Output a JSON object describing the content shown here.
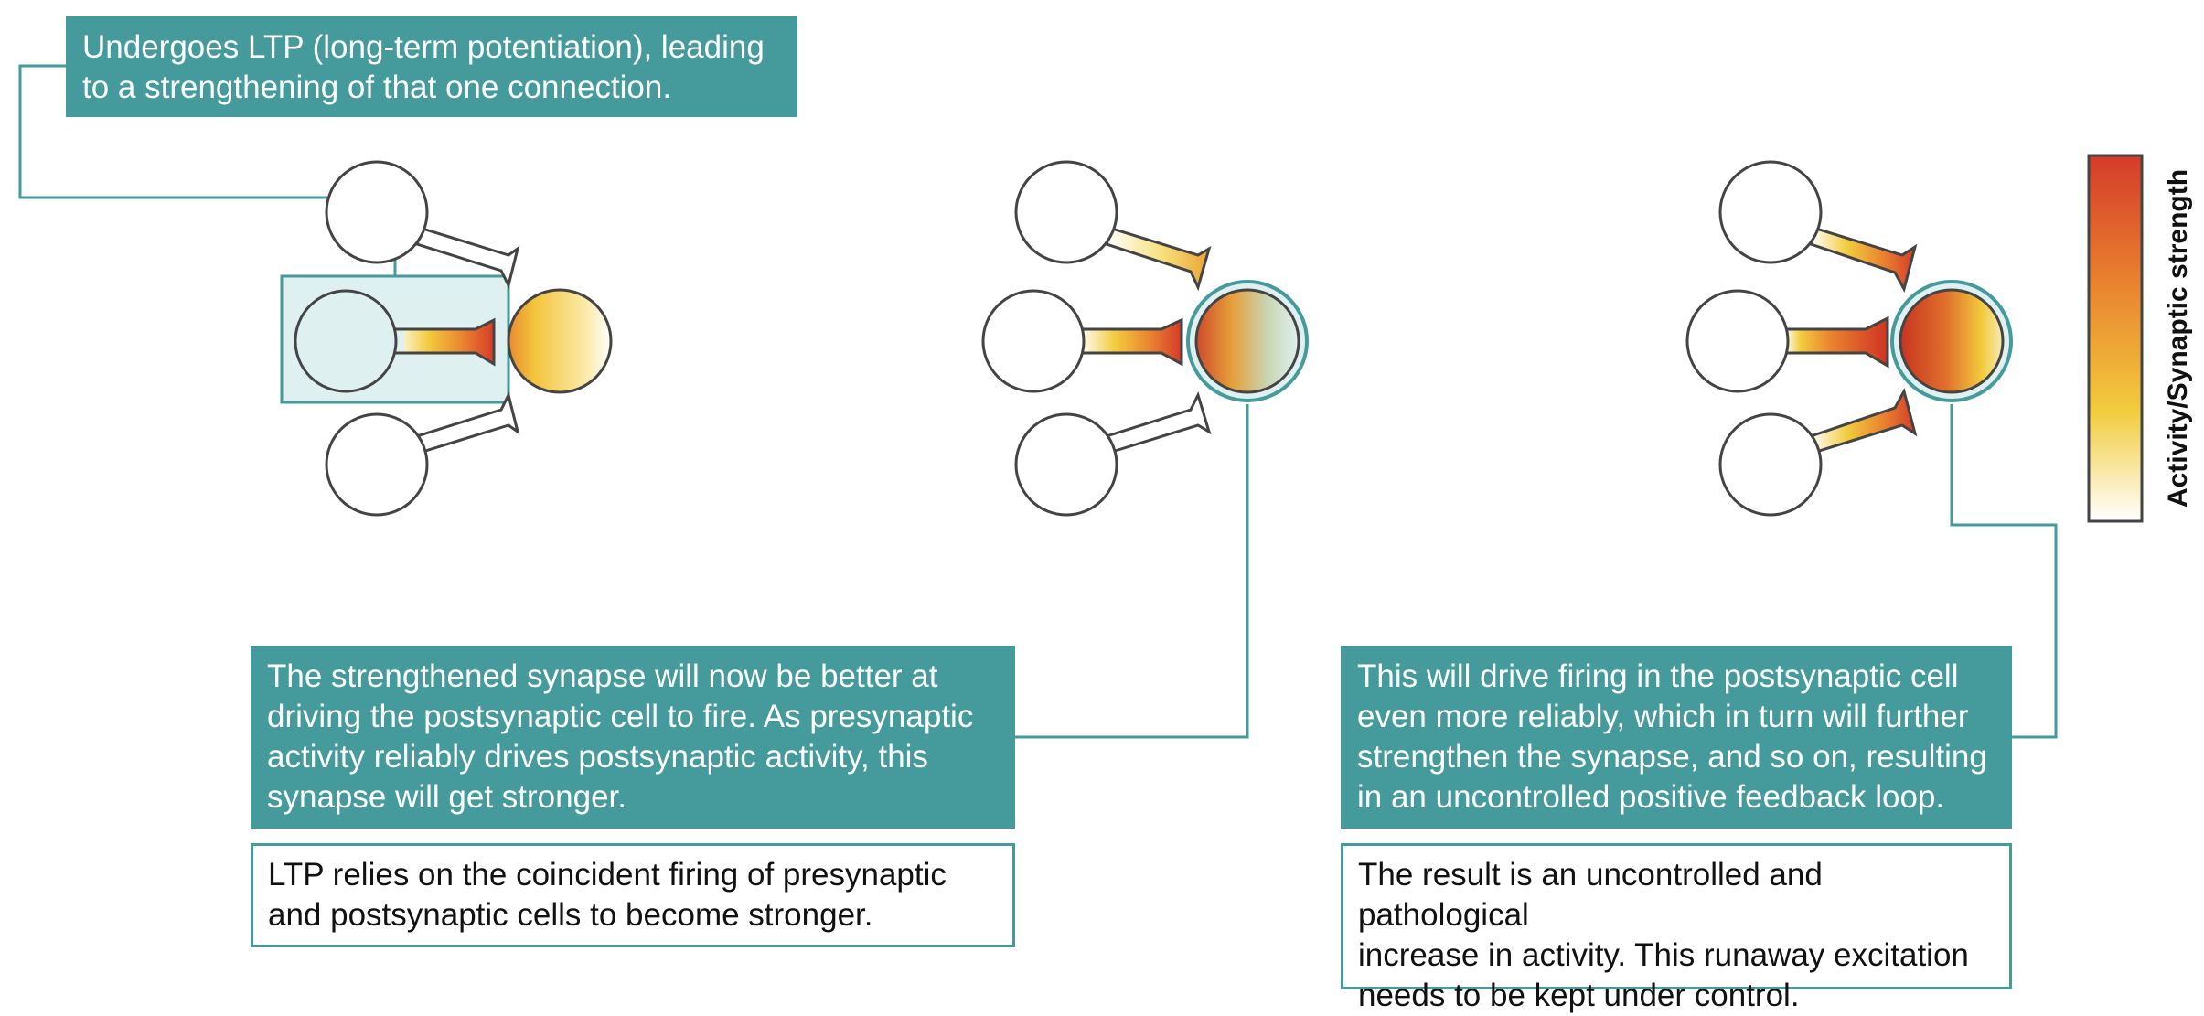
{
  "colors": {
    "teal": "#459b9b",
    "teal_light": "#dff0f0",
    "neuron_stroke": "#444444",
    "gradient_high": "#d53b2a",
    "gradient_mid_high": "#e9822f",
    "gradient_mid": "#f2cc3e",
    "gradient_low": "#ffffff"
  },
  "stage1": {
    "callout_ltp": "Undergoes LTP (long-term potentiation), leading\nto a strengthening of that one connection."
  },
  "stage2": {
    "callout_strengthened": "The strengthened synapse will now be better at\ndriving the postsynaptic cell to fire. As presynaptic\nactivity reliably drives postsynaptic activity, this\nsynapse will get stronger.",
    "note_coincident": "LTP relies on the coincident firing of presynaptic\nand postsynaptic cells to become stronger."
  },
  "stage3": {
    "callout_feedback": "This will drive firing in the postsynaptic cell\neven more reliably, which in turn will further\nstrengthen the synapse, and so on, resulting\nin an uncontrolled positive feedback loop.",
    "note_result": "The result is an uncontrolled and pathological\nincrease in activity. This runaway excitation\nneeds to be kept under control."
  },
  "legend": {
    "label": "Activity/Synaptic strength"
  }
}
